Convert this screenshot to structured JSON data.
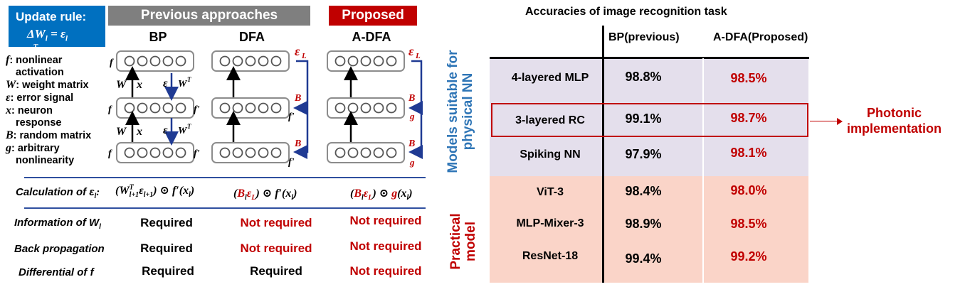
{
  "update_rule": {
    "title": "Update rule:",
    "equation": "ΔW",
    "eq_sub": "l",
    "eq_rest": " = ε",
    "eq_sub2": "l",
    "eq_x": " x",
    "eq_sup": "T",
    "eq_sub3": "l"
  },
  "headers": {
    "previous": "Previous approaches",
    "proposed": "Proposed"
  },
  "columns": {
    "bp": "BP",
    "dfa": "DFA",
    "adfa": "A-DFA"
  },
  "legend": [
    {
      "sym": "f",
      "desc": ": nonlinear"
    },
    {
      "sym": "",
      "desc": "activation"
    },
    {
      "sym": "W",
      "desc": ": weight matrix"
    },
    {
      "sym": "ε",
      "desc": ": error signal"
    },
    {
      "sym": "x",
      "desc": ": neuron"
    },
    {
      "sym": "",
      "desc": "response"
    },
    {
      "sym": "B",
      "desc": ": random matrix"
    },
    {
      "sym": "g",
      "desc": ": arbitrary"
    },
    {
      "sym": "",
      "desc": "nonlinearity"
    }
  ],
  "diagram": {
    "f": "f",
    "f_prime": "f'",
    "W": "W",
    "x": "x",
    "eps": "ε",
    "WT": "W",
    "T": "T",
    "eps_L": "ε",
    "L": "L",
    "B": "B",
    "g": "g"
  },
  "calc": {
    "label": "Calculation of ε",
    "label_sub": "l",
    "label_end": ":",
    "bp": "(W",
    "bp_sup": "T",
    "bp_sub": "l+1",
    "bp_rest": "ε",
    "bp_sub2": "l+1",
    "bp_end": ") ⊙ f′(x",
    "bp_sub3": "l",
    "bp_close": ")",
    "dfa_open": "(",
    "dfa_B": "B",
    "dfa_Bsub": "l",
    "dfa_eps": "ε",
    "dfa_epssub": "L",
    "dfa_close": ") ⊙ f′(x",
    "dfa_sub": "l",
    "dfa_end": ")",
    "adfa_open": "(",
    "adfa_B": "B",
    "adfa_Bsub": "l",
    "adfa_eps": "ε",
    "adfa_epssub": "L",
    "adfa_close": ") ⊙ ",
    "adfa_g": "g",
    "adfa_x": "(x",
    "adfa_sub": "l",
    "adfa_end": ")"
  },
  "comparison_rows": [
    {
      "label": "Information of W",
      "label_sub": "l",
      "bp": "Required",
      "dfa": "Not required",
      "adfa": "Not required"
    },
    {
      "label": "Back propagation",
      "label_sub": "",
      "bp": "Required",
      "dfa": "Not required",
      "adfa": "Not required"
    },
    {
      "label": "Differential of f",
      "label_sub": "",
      "bp": "Required",
      "dfa": "Required",
      "adfa": "Not required"
    }
  ],
  "accuracy_table": {
    "title": "Accuracies of image recognition task",
    "col_bp": "BP(previous)",
    "col_adfa": "A-DFA(Proposed)",
    "group_physical_1": "Models suitable for",
    "group_physical_2": "physical NN",
    "group_practical_1": "Practical",
    "group_practical_2": "model",
    "rows": [
      {
        "model": "4-layered MLP",
        "bp": "98.8%",
        "adfa": "98.5%"
      },
      {
        "model": "3-layered RC",
        "bp": "99.1%",
        "adfa": "98.7%"
      },
      {
        "model": "Spiking NN",
        "bp": "97.9%",
        "adfa": "98.1%"
      },
      {
        "model": "ViT-3",
        "bp": "98.4%",
        "adfa": "98.0%"
      },
      {
        "model": "MLP-Mixer-3",
        "bp": "98.9%",
        "adfa": "98.5%"
      },
      {
        "model": "ResNet-18",
        "bp": "99.4%",
        "adfa": "99.2%"
      }
    ],
    "callout_1": "Photonic",
    "callout_2": "implementation"
  },
  "colors": {
    "red": "#c00000",
    "blue": "#0070c0",
    "navy": "#1f3a93",
    "gray": "#7f7f7f",
    "lavender": "#e4dfec",
    "salmon": "#fad4c8"
  }
}
